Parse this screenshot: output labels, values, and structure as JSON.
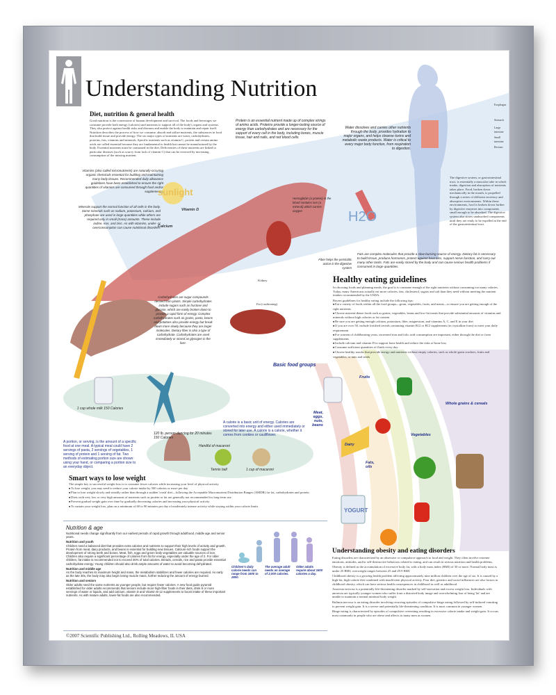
{
  "title": "Understanding Nutrition",
  "diet": {
    "heading": "Diet, nutrition & general health",
    "body": "Good nutrition is the cornerstone of human development and survival. The foods and beverages we consume provide both energy (calories) and nutrients to support all of the body's organs and systems. They also protect against health risks and diseases and enable the body to maintain and repair itself. Nutrition describes the process of how we consume, absorb and utilize nutrients, the substances in food that build tissue and provide energy. The six major types of nutrients are water, carbohydrates, proteins, fats, vitamins and minerals. Specific nutrients such as vitamin C, protein and certain amino acids are called essential because they are fundamental to health but cannot be manufactured by the body. Essential nutrients must be consumed in the diet. Deficiencies of these nutrients are linked to particular diseases (such as scurvy from lack of vitamin C) that can be reversed by increasing consumption of the missing nutrient."
  },
  "protein": "Protein is an essential nutrient made up of complex strings of amino acids. Proteins provide a longer-lasting source of energy than carbohydrates and are necessary for the support of every cell in the body, including bones, muscle tissue, hair and nails, and red blood cells.",
  "water": "Water dissolves and carries other nutrients through the body, provides hydration to major organs, and helps cleanse toxins and metabolic waste products. Water is critical to every major body function, from respiration to digestion.",
  "vitamins": "Vitamins (also called micronutrients) are naturally-occuring organic chemicals essential for building and maintaining many body tissues. Recommended daily allowance guidelines have been established to ensure the right quantities of vitamins are consumed through food and/or supplements.",
  "minerals": "Minerals support the normal function of all cells in the body. Some minerals such as sodium, potassium, calcium, and phosphate are used in large quantities while others are required only in small (trace) amounts. These include iodine, iron, and zinc. As with vitamins, under- or overconsumption can cause nutritional disorders.",
  "labels": {
    "sunlight": "sunlight",
    "vitamin_d": "Vitamin D",
    "calcium": "Calcium",
    "h2o": "H2O",
    "hemoglobin": "Hemoglobin (a protein) in the blood contains iron (a mineral) which carries oxygen",
    "fiber": "Fiber helps the peristaltic action in the digestive system",
    "kidney": "Kidney",
    "fat": "Fat (cushioning)",
    "esophagus": "Esophagus",
    "stomach": "Stomach",
    "large_intestine": "Large intestine",
    "small_intestine": "Small intestine",
    "rectum": "Rectum"
  },
  "digestive": "The digestive system, or gastrointestinal tract, is essentially a muscular tube in which intake, digestion and absorption of nutrients takes place. Food, broken down mechanically in the mouth, is propelled through a series of different secretory and absorptive environments. Within these environments, food is broken down further by digestive enzymes into components small enough to be absorbed. The digestive system also stores unabsorbed components until they are ready to be expelled at the end of the gastrointestinal tract.",
  "fats": "Fats are complex molecules that provide a slow-burning source of energy. Dietary fat is necessary to build tissue, produce hormones, protect against heat loss, support nerve function, and carry out many other tasks. Fats are easily stored by the body and can cause serious health problems if consumed in large quantities.",
  "carbs": "Carbohydrates are sugar compounds derived from plants. Simple carbohydrates include sugars such as fructose and glucose, which are easily broken down to provide a rapid form of energy. Complex carbohydrates such as grains, pasta, beans and potatoes also provide energy but break down more slowly because they are larger molecules. Dietary fiber is also a type of carbohydrate. Carbohydrates are used immediately or stored as glycogen in the liver.",
  "guidelines": {
    "heading": "Healthy eating guidelines",
    "intro": "In choosing foods and planning meals, the goal is to consume enough of the right nutrients without consuming too many calories. Today, many Americans actually eat more calories, fats, cholesterol, sugars and salt than they need without meeting the nutrient intakes recommended by the USDA.",
    "lead": "Recent guidelines for healthy eating include the following tips:",
    "items": [
      "Eat a variety of foods within all the food groups—grain, vegetables, fruits, and meats—to ensure you are getting enough of the right nutrients",
      "Choose nutrient-dense foods such as grains, vegetables, beans and low-fat meats that provide substantial amounts of vitamins and minerals without high calories or fat content",
      "Be sure you are getting enough calcium, potassium, fiber, magnesium, and vitamins A, C, and E in your diet",
      "If you are over 50, include fortified cereals containing vitamin B12 or B12 supplements (in crystalline form) to meet your daily requirement",
      "For women of childbearing years, increased iron and folic acid consumption are important, either through the diet or from supplements",
      "Include calcium and vitamin D to support bone health and reduce the risks of bone loss",
      "Consume sufficient quantities of fluids every day",
      "Choose healthy snacks that provide energy and nutrients without empty calories, such as whole-grain crackers, fruits and vegetables, or nuts and seeds"
    ]
  },
  "calorie": "A calorie is a basic unit of energy. Calories are converted into energy and either used immediately or stored for later use. A calorie is a calorie, whether it comes from cookies or cauliflower.",
  "milk": "1 cup whole milk 150 Calories",
  "dancing": "120 lb. person dancing for 20 minutes 150 Calories",
  "portion": "A portion, or serving, is the amount of a specific food at one meal. A typical meal could have 2 servings of pasta, 2 servings of vegetables, 1 serving of protein and 1 serving of fat. Two methods of estimating portion size are shown: using your hand, or comparing a portion size to an everyday object.",
  "handful": "Handful of macaroni",
  "tennis": "Tennis ball",
  "macaroni": "1 cup of macaroni",
  "food_groups": {
    "heading": "Basic food groups",
    "meat": "Meat, eggs, nuts, beans",
    "dairy": "Dairy",
    "fruits": "Fruits",
    "fats": "Fats, oils",
    "vegetables": "Vegetables",
    "grains": "Whole grains & cereals",
    "yogurt": "YOGURT"
  },
  "weight": {
    "heading": "Smart ways to lose weight",
    "intro": "The simple key to successful weight loss is to consume fewer calories while increasing your level of physical activity",
    "items": [
      "To lose weight, you may need to reduce your calorie intake by 500 calories or more per day",
      "Plan to lose weight slowly and steadily rather than through a sudden 'crash' diet—following the Acceptable Macronutrient Distribution Ranges (AMDR) for fat, carbohydrates and protein",
      "Diets with very low or very high amounts of nutrients such as protein or fat are generally not recommended for long-term use",
      "Prevent gradual weight gain over time by gradually decreasing calories and increasing your physical activity",
      "To sustain your weight loss, plan on a minimum of 60 to 90 minutes per day of moderately intense activity while staying within your calorie limits"
    ]
  },
  "age": {
    "heading": "Nutrition & age",
    "intro": "Nutritional needs change significantly from our earliest periods of rapid growth through adulthood, middle age and senior years.",
    "youth_h": "Nutrition and youth",
    "youth": "Children need a balanced diet that provides extra calories and nutrients to support their high levels of activity and growth. Protein from meat, dairy products, and beans is essential for building new tissues. Calcium-rich foods support the development of strong teeth and bones. Meat, fish, eggs and green leafy vegetables are valuable sources of iron. Children also require a significant percentage of calories from fat for energy, especially under the age of 2. For older children, fat intake is recommended not to exceed 30% of total calories. Breads, cereals, rice and pasta provide essential carbohydrate energy. Young children should also drink ample amounts of water to avoid becoming dehydrated.",
    "middle_h": "Nutrition and middle age",
    "middle": "As the body reaches its maximum height and mass, the metabolism stabilizes and fewer calories are required. As early as the late 30s, the body may also begin losing muscle mass, further reducing the amount of energy burned.",
    "seniors_h": "Nutrition and seniors",
    "seniors": "Older adults need the same nutrients as younger people, but require fewer calories. A new food guide pyramid established for older adults recommends that seniors include more high-fiber foods in their diets, drink 8 or more servings of water or liquids, and add calcium, vitamin D and Vitamin B-12 supplements to boost intake of these important nutrients. As with mature adults, lower-fat foods are also recommended.",
    "child_cal": "Children's daily calorie needs can range from 1600 to 2800.",
    "adult_cal": "The average adult needs an average of 2,000 calories.",
    "older_cal": "Older adults require about 1600 calories a day."
  },
  "obesity": {
    "heading": "Understanding obesity and eating disorders",
    "paras": [
      "Eating disorders are characterized by an obsessive or compulsive approach to food and weight. They often involve extreme emotions, attitudes, and/or self-destructive behaviors related to eating, and can result in serious nutrition and health problems.",
      "Obesity is defined as the accumulation of excessive body fat, with a body mass index (BMI) of 30 or more. Normal body mass is under 25 BMI; overweight ranges between 25 and 29.9 BMI.",
      "Childhood obesity is a growing health problem affecting approximately nine million children over the age of six. It is caused by a high-fat, high-calorie diet combined with insufficient physical activity. Poor diet, genetics and social influences are also factors in childhood obesity, which can have serious health consequences in childhood as well as adulthood.",
      "Anorexia nervosa is a potentially life-threatening disorder marked by self-starvation and excess weight loss. Individuals with anorexia are typically younger women who suffer from a distorted body image and overwhelming fear of being 'fat' and are unable to maintain a normal minimal body weight.",
      "Bulimia nervosa is an eating disorder involving recurring episodes of compulsive binge eating followed by self-induced vomiting to prevent weight gain. It is a severe and potentially life-threatening condition. It is most common in younger women.",
      "Binge eating is characterized by episodes of compulsive overeating resulting in excessive calorie intake and weight gain. It occurs most commonly in people who are obese and affects as many men as women."
    ]
  },
  "copyright": "©2007 Scientific Publishing Ltd., Rolling Meadows, IL USA",
  "colors": {
    "frame": "#b2b5bd",
    "accent_blue": "#1e2f8a",
    "muscle": "#c9504a",
    "water": "#a9c3e0"
  }
}
